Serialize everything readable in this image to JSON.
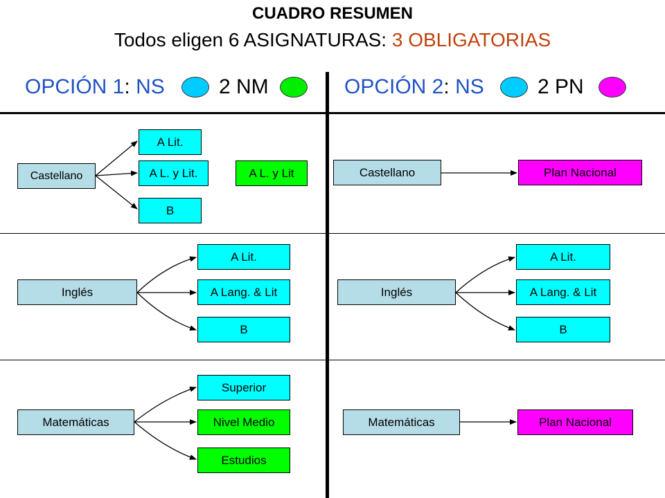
{
  "title": "CUADRO RESUMEN",
  "subtitle": {
    "prefix": "Todos eligen 6 ASIGNATURAS",
    "colon": ":",
    "highlight": "3 OBLIGATORIAS"
  },
  "option1": {
    "label": "OPCIÓN 1",
    "colon": ":",
    "ns": "NS",
    "other": "2 NM",
    "ns_color": "#00ccff",
    "other_color": "#00ee00"
  },
  "option2": {
    "label": "OPCIÓN 2",
    "colon": ":",
    "ns": "NS",
    "other": "2 PN",
    "ns_color": "#00ccff",
    "other_color": "#ff00ff"
  },
  "colors": {
    "title_accent": "#c0410e",
    "option_blue": "#1f52c4",
    "subject_box": "#b5dde7",
    "cyan": "#00ffff",
    "green": "#00ff00",
    "magenta": "#ff00ff"
  },
  "opt1_castellano": {
    "subject": "Castellano",
    "a_lit": "A Lit.",
    "a_l_lit": "A L. y Lit.",
    "a_l_lit_green": "A  L. y Lit",
    "b": "B"
  },
  "opt2_castellano": {
    "subject": "Castellano",
    "plan": "Plan Nacional"
  },
  "opt1_ingles": {
    "subject": "Inglés",
    "a_lit": "A Lit.",
    "a_lang": "A Lang. & Lit",
    "b": "B"
  },
  "opt2_ingles": {
    "subject": "Inglés",
    "a_lit": "A Lit.",
    "a_lang": "A Lang. & Lit",
    "b": "B"
  },
  "opt1_matematicas": {
    "subject": "Matemáticas",
    "superior": "Superior",
    "nivel_medio": "Nivel Medio",
    "estudios": "Estudios"
  },
  "opt2_matematicas": {
    "subject": "Matemáticas",
    "plan": "Plan Nacional"
  }
}
